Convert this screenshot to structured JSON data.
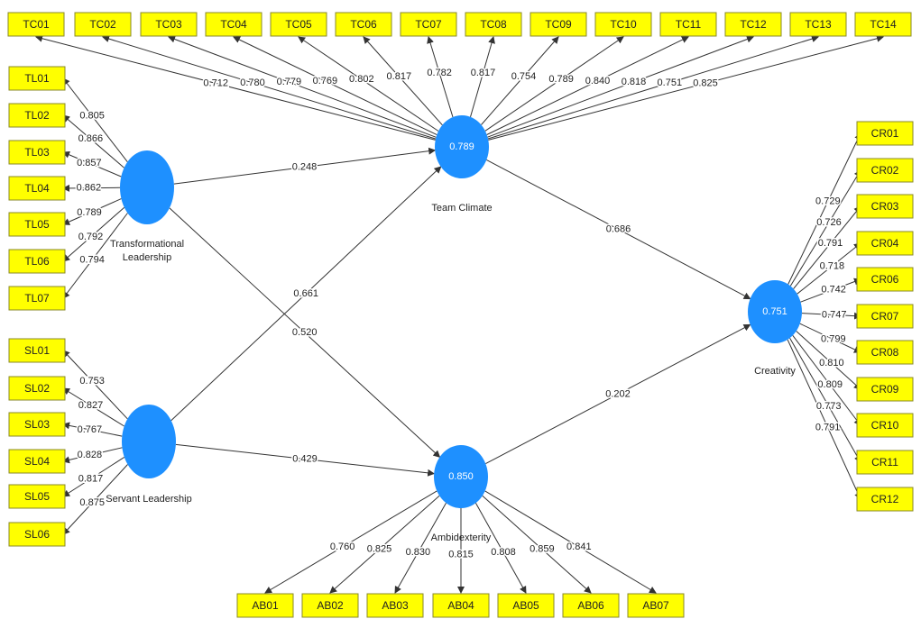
{
  "diagram": {
    "colors": {
      "construct": "#1e90ff",
      "indicator": "#ffff00",
      "line": "#333333"
    },
    "constructs": [
      {
        "id": "TL",
        "name_lines": [
          "Transformational",
          "Leadership"
        ],
        "r2": ""
      },
      {
        "id": "SL",
        "name_lines": [
          "Servant Leadership"
        ],
        "r2": ""
      },
      {
        "id": "TC",
        "name_lines": [
          "Team Climate"
        ],
        "r2": "0.789"
      },
      {
        "id": "AB",
        "name_lines": [
          "Ambidexterity"
        ],
        "r2": "0.850"
      },
      {
        "id": "CR",
        "name_lines": [
          "Creativity"
        ],
        "r2": "0.751"
      }
    ],
    "indicator_groups": [
      {
        "construct": "TL",
        "side": "left",
        "labels": [
          "TL01",
          "TL02",
          "TL03",
          "TL04",
          "TL05",
          "TL06",
          "TL07"
        ],
        "loadings": [
          "0.805",
          "0.866",
          "0.857",
          "0.862",
          "0.789",
          "0.792",
          "0.794"
        ]
      },
      {
        "construct": "SL",
        "side": "left",
        "labels": [
          "SL01",
          "SL02",
          "SL03",
          "SL04",
          "SL05",
          "SL06"
        ],
        "loadings": [
          "0.753",
          "0.827",
          "0.767",
          "0.828",
          "0.817",
          "0.875"
        ]
      },
      {
        "construct": "TC",
        "side": "top",
        "labels": [
          "TC01",
          "TC02",
          "TC03",
          "TC04",
          "TC05",
          "TC06",
          "TC07",
          "TC08",
          "TC09",
          "TC10",
          "TC11",
          "TC12",
          "TC13",
          "TC14"
        ],
        "loadings": [
          "0.712",
          "0.780",
          "0.779",
          "0.769",
          "0.802",
          "0.817",
          "0.782",
          "0.817",
          "0.754",
          "0.789",
          "0.840",
          "0.818",
          "0.751",
          "0.825"
        ]
      },
      {
        "construct": "AB",
        "side": "bottom",
        "labels": [
          "AB01",
          "AB02",
          "AB03",
          "AB04",
          "AB05",
          "AB06",
          "AB07"
        ],
        "loadings": [
          "0.760",
          "0.825",
          "0.830",
          "0.815",
          "0.808",
          "0.859",
          "0.841"
        ]
      },
      {
        "construct": "CR",
        "side": "right",
        "labels": [
          "CR01",
          "CR02",
          "CR03",
          "CR04",
          "CR06",
          "CR07",
          "CR08",
          "CR09",
          "CR10",
          "CR11",
          "CR12"
        ],
        "loadings": [
          "0.729",
          "0.726",
          "0.791",
          "0.718",
          "0.742",
          "0.747",
          "0.799",
          "0.810",
          "0.809",
          "0.773",
          "0.791"
        ]
      }
    ],
    "paths": [
      {
        "from": "TL",
        "to": "TC",
        "coef": "0.248"
      },
      {
        "from": "TL",
        "to": "AB",
        "coef": "0.520"
      },
      {
        "from": "SL",
        "to": "TC",
        "coef": "0.661"
      },
      {
        "from": "SL",
        "to": "AB",
        "coef": "0.429"
      },
      {
        "from": "TC",
        "to": "CR",
        "coef": "0.686"
      },
      {
        "from": "AB",
        "to": "CR",
        "coef": "0.202"
      }
    ]
  }
}
